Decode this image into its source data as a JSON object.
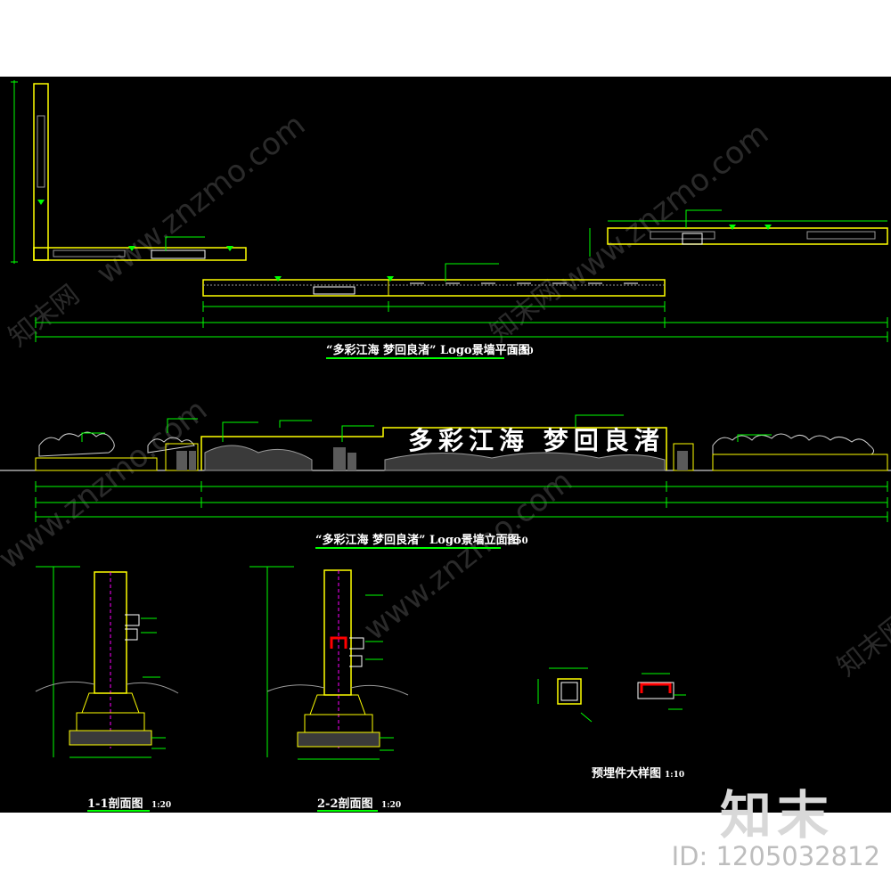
{
  "titles": {
    "plan": "“多彩江海 梦回良渚” Logo景墙平面图",
    "plan_scale": "1:50",
    "elevation": "“多彩江海 梦回良渚” Logo景墙立面图",
    "elevation_scale": "1:50",
    "section1": "1-1剖面图",
    "section1_scale": "1:20",
    "section2": "2-2剖面图",
    "section2_scale": "1:20",
    "detail": "预埋件大样图",
    "detail_scale": "1:10"
  },
  "logo_wall_text": "多彩江海 梦回良渚",
  "watermarks": {
    "site": "www.znzmo.com",
    "brand_small": "知末网"
  },
  "brand": {
    "logo": "知末",
    "id": "ID: 1205032812"
  },
  "colors": {
    "background": "#000000",
    "frame": "#ffffff",
    "line_yellow": "#ffff00",
    "line_green": "#00ff00",
    "line_red": "#ff0000",
    "line_magenta": "#ff00ff",
    "line_grey": "#9a9a9a"
  }
}
